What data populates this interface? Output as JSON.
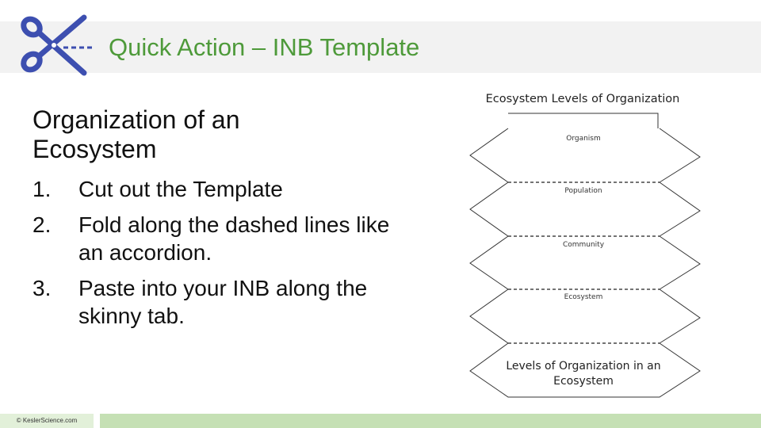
{
  "header": {
    "title": "Quick Action – INB Template",
    "icon": "scissors-icon"
  },
  "main": {
    "heading": "Organization of an Ecosystem",
    "steps": [
      {
        "num": "1.",
        "text": "Cut out the Template"
      },
      {
        "num": "2.",
        "text": "Fold along the dashed lines like an accordion."
      },
      {
        "num": "3.",
        "text": "Paste into your INB along the skinny tab."
      }
    ]
  },
  "template": {
    "title": "Ecosystem Levels of Organization",
    "levels": [
      "Organism",
      "Population",
      "Community",
      "Ecosystem"
    ],
    "cover_line1": "Levels of Organization in an",
    "cover_line2": "Ecosystem"
  },
  "footer": {
    "copyright": "© KeslerScience.com"
  },
  "colors": {
    "title": "#4e9a3a",
    "scissors": "#3d4fb0",
    "band": "#f2f2f2",
    "footer_light": "#e2f0d9",
    "footer_dark": "#c5e0b4"
  }
}
